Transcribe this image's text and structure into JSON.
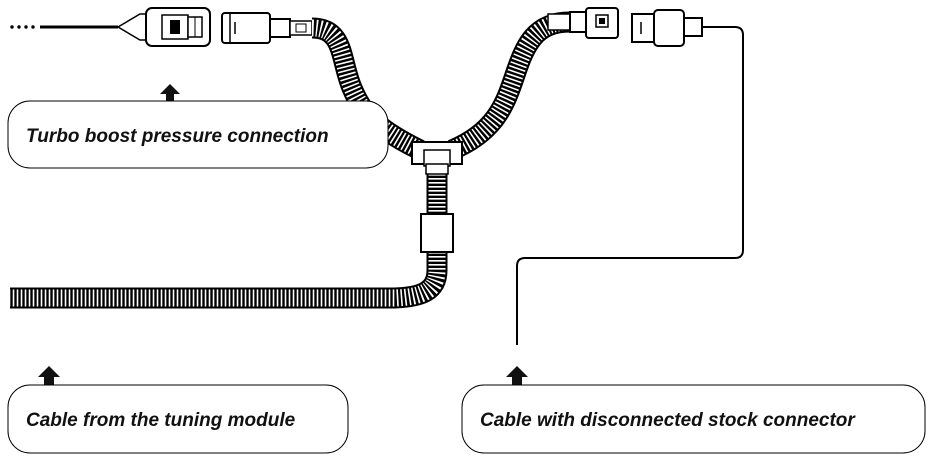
{
  "callouts": {
    "turbo_boost": {
      "label": "Turbo boost pressure connection"
    },
    "tuning_module": {
      "label": "Cable from the tuning module"
    },
    "stock_connector": {
      "label": "Cable with disconnected stock connector"
    }
  },
  "colors": {
    "line": "#000000",
    "arrow": "#111111",
    "background": "#ffffff",
    "connector_fill": "#ffffff"
  }
}
